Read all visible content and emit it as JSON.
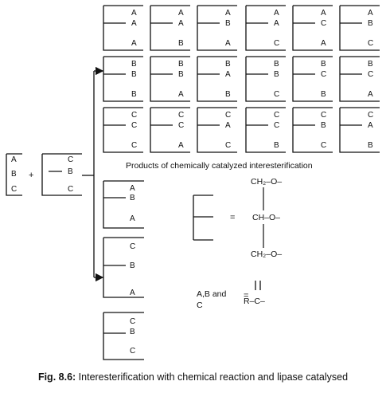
{
  "grid_products": [
    [
      "A",
      "A",
      "A"
    ],
    [
      "A",
      "A",
      "B"
    ],
    [
      "A",
      "B",
      "A"
    ],
    [
      "A",
      "A",
      "C"
    ],
    [
      "A",
      "C",
      "A"
    ],
    [
      "A",
      "B",
      "C"
    ],
    [
      "B",
      "B",
      "B"
    ],
    [
      "B",
      "B",
      "A"
    ],
    [
      "B",
      "A",
      "B"
    ],
    [
      "B",
      "B",
      "C"
    ],
    [
      "B",
      "C",
      "B"
    ],
    [
      "B",
      "C",
      "A"
    ],
    [
      "C",
      "C",
      "C"
    ],
    [
      "C",
      "C",
      "A"
    ],
    [
      "C",
      "A",
      "C"
    ],
    [
      "C",
      "C",
      "B"
    ],
    [
      "C",
      "B",
      "C"
    ],
    [
      "C",
      "A",
      "B"
    ]
  ],
  "reactant_left": [
    "A",
    "B",
    "C"
  ],
  "reactant_right": [
    "C",
    "B",
    "C"
  ],
  "plus_sign": "+",
  "products_label": "Products of chemically catalyzed interesterification",
  "lipase_products": [
    [
      "A",
      "B",
      "A"
    ],
    [
      "C",
      "B",
      "A"
    ],
    [
      "C",
      "B",
      "C"
    ]
  ],
  "glycerol": {
    "equals": "=",
    "top": "CH₂–O–",
    "middle": "CH–O–",
    "bottom": "CH₂–O–"
  },
  "acyl": {
    "label_line1": "A,B and",
    "label_line2": "C",
    "equals": "=",
    "group": "R–C–"
  },
  "caption": {
    "fig_label": "Fig. 8.6:",
    "text": "Interesterification with chemical reaction and lipase catalysed"
  }
}
